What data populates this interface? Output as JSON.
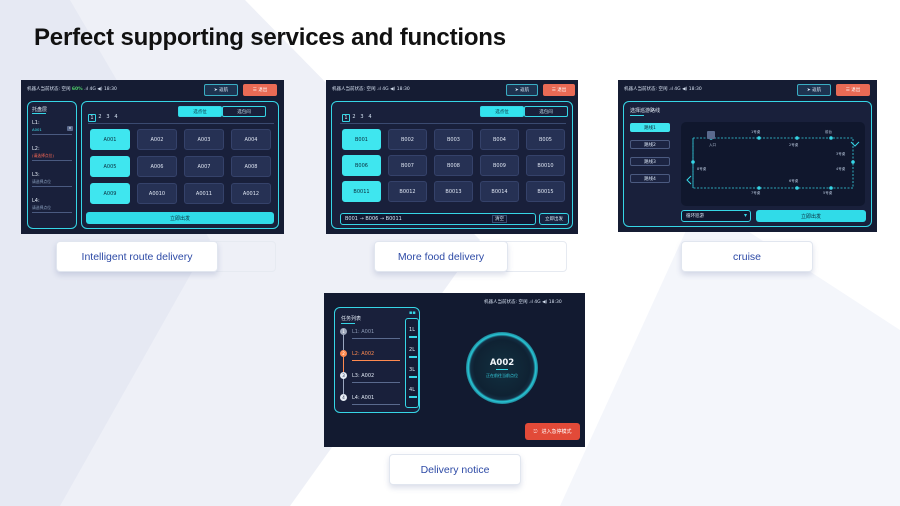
{
  "page_title": "Perfect supporting services and functions",
  "colors": {
    "accent_cyan": "#36d6e6",
    "screen_bg": "#151c33",
    "danger": "#e96a55",
    "caption_text": "#2d4aa6"
  },
  "status_bar": {
    "label": "机器人当前状态: 空闲",
    "battery": "60%",
    "signal": "4G",
    "time": "18:30"
  },
  "captions": {
    "route": "Intelligent route delivery",
    "food": "More food delivery",
    "cruise": "cruise",
    "notice": "Delivery notice"
  },
  "route_screen": {
    "btn_nav": "返航",
    "btn_exit": "退出",
    "side_title": "托盘层",
    "layers": [
      {
        "label": "L1:",
        "sub": "A001"
      },
      {
        "label": "L2:",
        "sub": "(请选择点位)"
      },
      {
        "label": "L3:",
        "sub": "请选择点位"
      },
      {
        "label": "L4:",
        "sub": "请选择点位"
      }
    ],
    "tabs": [
      "选点位",
      "选包间"
    ],
    "pages": [
      "1",
      "2",
      "3",
      "4"
    ],
    "cells": [
      "A001",
      "A002",
      "A003",
      "A004",
      "A005",
      "A006",
      "A007",
      "A008",
      "A009",
      "A0010",
      "A0011",
      "A0012"
    ],
    "go_label": "立即出发"
  },
  "food_screen": {
    "btn_nav": "返航",
    "btn_exit": "退出",
    "tabs": [
      "选点位",
      "选包间"
    ],
    "pages": [
      "1",
      "2",
      "3",
      "4"
    ],
    "cells": [
      "B001",
      "B002",
      "B003",
      "B004",
      "B005",
      "B006",
      "B007",
      "B008",
      "B009",
      "B0010",
      "B0011",
      "B0012",
      "B0013",
      "B0014",
      "B0015"
    ],
    "route": "B001 → B006 → B0011",
    "clear_label": "清空",
    "go_label": "立即出发"
  },
  "cruise_screen": {
    "btn_nav": "返航",
    "btn_exit": "退出",
    "title": "选择巡游路线",
    "routes": [
      "路线1",
      "路线2",
      "路线3",
      "路线4"
    ],
    "map_labels": [
      "1号桌",
      "2号桌",
      "前台",
      "3号桌",
      "4号桌",
      "5号桌",
      "6号桌",
      "7号桌",
      "8号桌",
      "入口"
    ],
    "select_value": "循环巡游",
    "go_label": "立即出发"
  },
  "notice_screen": {
    "list_title": "任务列表",
    "tasks": [
      {
        "layer": "L1:",
        "point": "A001",
        "num": "1"
      },
      {
        "layer": "L2:",
        "point": "A002",
        "num": "2"
      },
      {
        "layer": "L3:",
        "point": "A002",
        "num": "3"
      },
      {
        "layer": "L4:",
        "point": "A001",
        "num": "4"
      }
    ],
    "floors": [
      "1L",
      "2L",
      "3L",
      "4L"
    ],
    "current_point": "A002",
    "current_status": "正在前往当前点位",
    "emergency_label": "进入急停模式"
  }
}
